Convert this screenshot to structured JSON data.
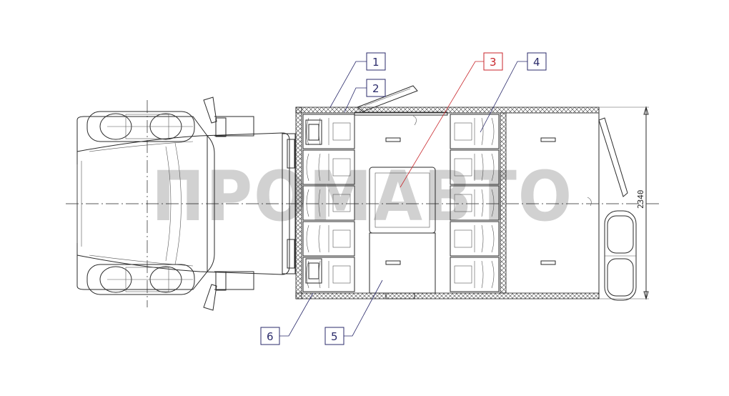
{
  "watermark": "ПРОМАВТО",
  "dimension": "2340",
  "callouts": [
    {
      "label": "1",
      "color": "#2b2b6b"
    },
    {
      "label": "2",
      "color": "#2b2b6b"
    },
    {
      "label": "3",
      "color": "#c8262b"
    },
    {
      "label": "4",
      "color": "#2b2b6b"
    },
    {
      "label": "5",
      "color": "#2b2b6b"
    },
    {
      "label": "6",
      "color": "#2b2b6b"
    }
  ]
}
